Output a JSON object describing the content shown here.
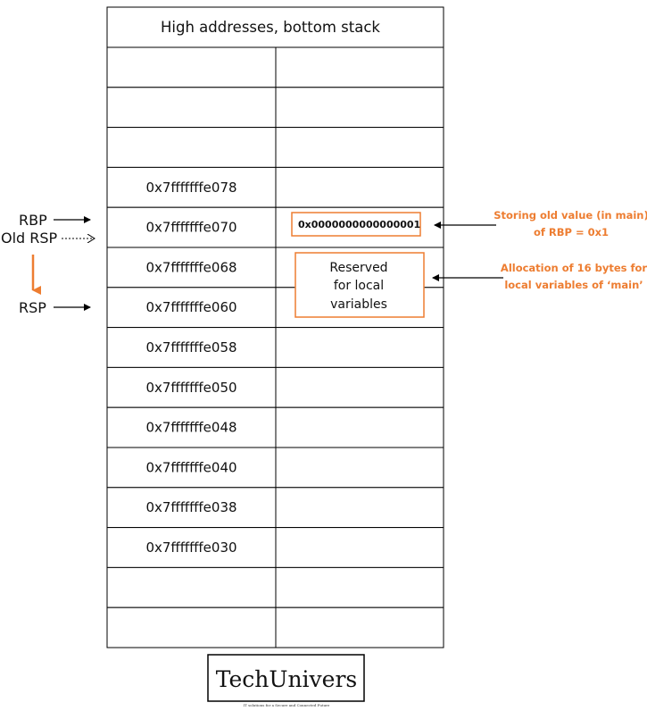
{
  "header": {
    "title": "High addresses, bottom stack"
  },
  "stack": {
    "rows": [
      {
        "address": ""
      },
      {
        "address": ""
      },
      {
        "address": ""
      },
      {
        "address": "0x7fffffffe078"
      },
      {
        "address": "0x7fffffffe070"
      },
      {
        "address": "0x7fffffffe068"
      },
      {
        "address": "0x7fffffffe060"
      },
      {
        "address": "0x7fffffffe058"
      },
      {
        "address": "0x7fffffffe050"
      },
      {
        "address": "0x7fffffffe048"
      },
      {
        "address": "0x7fffffffe040"
      },
      {
        "address": "0x7fffffffe038"
      },
      {
        "address": "0x7fffffffe030"
      },
      {
        "address": ""
      },
      {
        "address": ""
      }
    ]
  },
  "pointers": {
    "rbp": "RBP",
    "old_rsp": "Old RSP",
    "rsp": "RSP"
  },
  "boxes": {
    "old_rbp_value": "0x0000000000000001",
    "reserved": [
      "Reserved",
      "for local",
      "variables"
    ]
  },
  "annotations": {
    "storing": [
      "Storing old value (in main)",
      "of RBP = 0x1"
    ],
    "allocation": [
      "Allocation of 16 bytes for",
      "local variables of ‘main’"
    ]
  },
  "logo": {
    "name": "TechUnivers",
    "tagline": "IT solutions for a Secure and Connected Future"
  },
  "colors": {
    "accent": "#ED7D31",
    "line": "#000000"
  }
}
